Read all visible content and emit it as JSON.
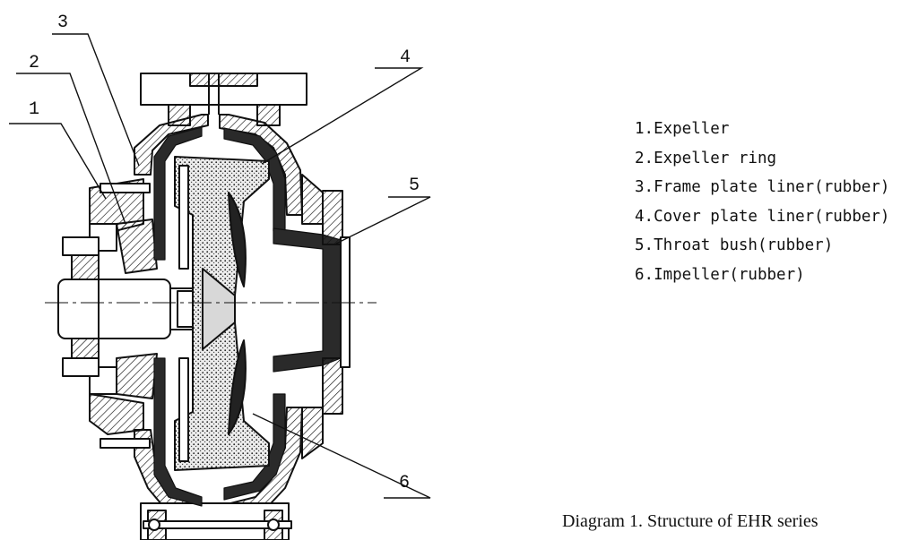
{
  "callouts": [
    "1",
    "2",
    "3",
    "4",
    "5",
    "6"
  ],
  "legend": [
    "1.Expeller",
    "2.Expeller ring",
    "3.Frame plate liner(rubber)",
    "4.Cover plate liner(rubber)",
    "5.Throat bush(rubber)",
    "6.Impeller(rubber)"
  ],
  "caption": "Diagram 1.  Structure of EHR series",
  "colors": {
    "ink": "#111111",
    "rubber": "#2a2a2a",
    "paper": "#ffffff"
  }
}
